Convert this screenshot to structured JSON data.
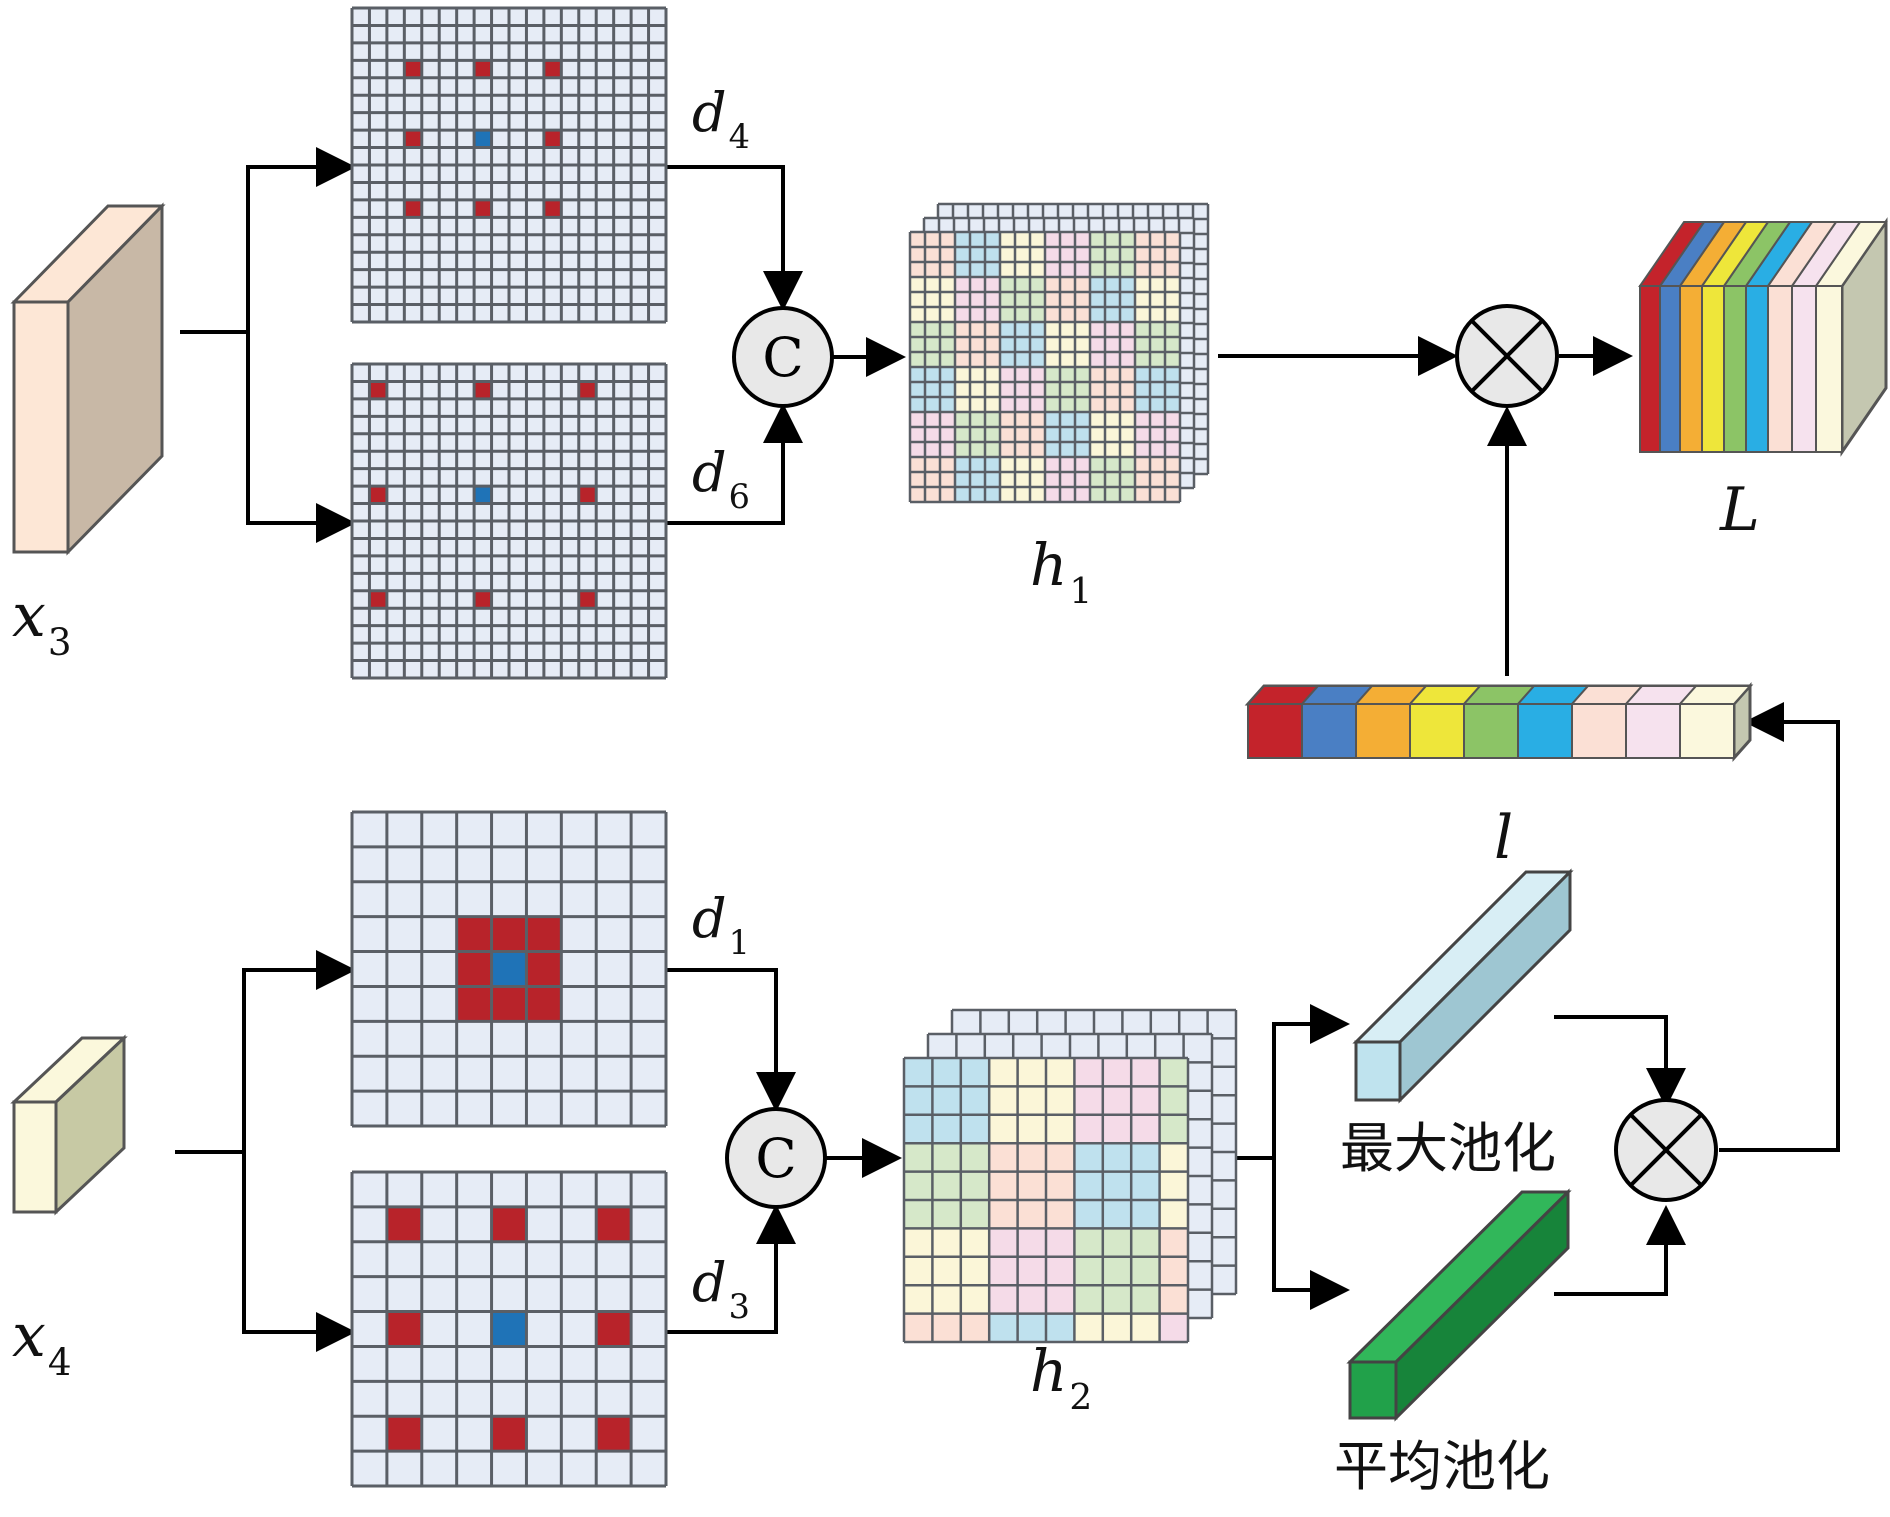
{
  "inputs": {
    "x3": {
      "base": "x",
      "sub": "3",
      "front": "#fde7d6",
      "side": "#c8b8a6"
    },
    "x4": {
      "base": "x",
      "sub": "4",
      "front": "#fbf8dc",
      "side": "#c7c9a4"
    }
  },
  "branches": {
    "d4": {
      "base": "d",
      "sub": "4"
    },
    "d6": {
      "base": "d",
      "sub": "6"
    },
    "d1": {
      "base": "d",
      "sub": "1"
    },
    "d3": {
      "base": "d",
      "sub": "3"
    }
  },
  "feature_maps": {
    "h1": {
      "base": "h",
      "sub": "1"
    },
    "h2": {
      "base": "h",
      "sub": "2"
    }
  },
  "concat_symbol": "C",
  "output": {
    "label": "L"
  },
  "vector": {
    "label": "l"
  },
  "pooling": {
    "max": "最大池化",
    "avg": "平均池化"
  },
  "colors": {
    "grid_bg": "#e6ecf6",
    "grid_line": "#5a5f66",
    "kernel_red": "#b8232a",
    "kernel_center_blue": "#1f73b7",
    "max_pool_bar": "#bfe3ee",
    "avg_pool_bar": "#21a14a",
    "channel_colors": [
      "#c4232b",
      "#4a7fc4",
      "#f4ae35",
      "#eee63a",
      "#8cc466",
      "#29aee4",
      "#fbe0d5",
      "#f6e2ee",
      "#fbf8dd"
    ]
  }
}
